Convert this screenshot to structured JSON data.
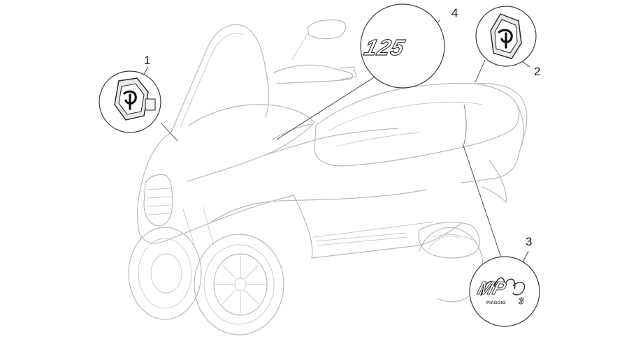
{
  "callouts": [
    {
      "number": "1",
      "part": "emblem-front"
    },
    {
      "number": "2",
      "part": "emblem-rear"
    },
    {
      "number": "3",
      "part": "mp3-decal"
    },
    {
      "number": "4",
      "part": "125-decal"
    }
  ],
  "decals": {
    "displacement_text": "125",
    "model_text": "MP",
    "model_sub": "3",
    "brand_text": "PIAGGIO"
  }
}
